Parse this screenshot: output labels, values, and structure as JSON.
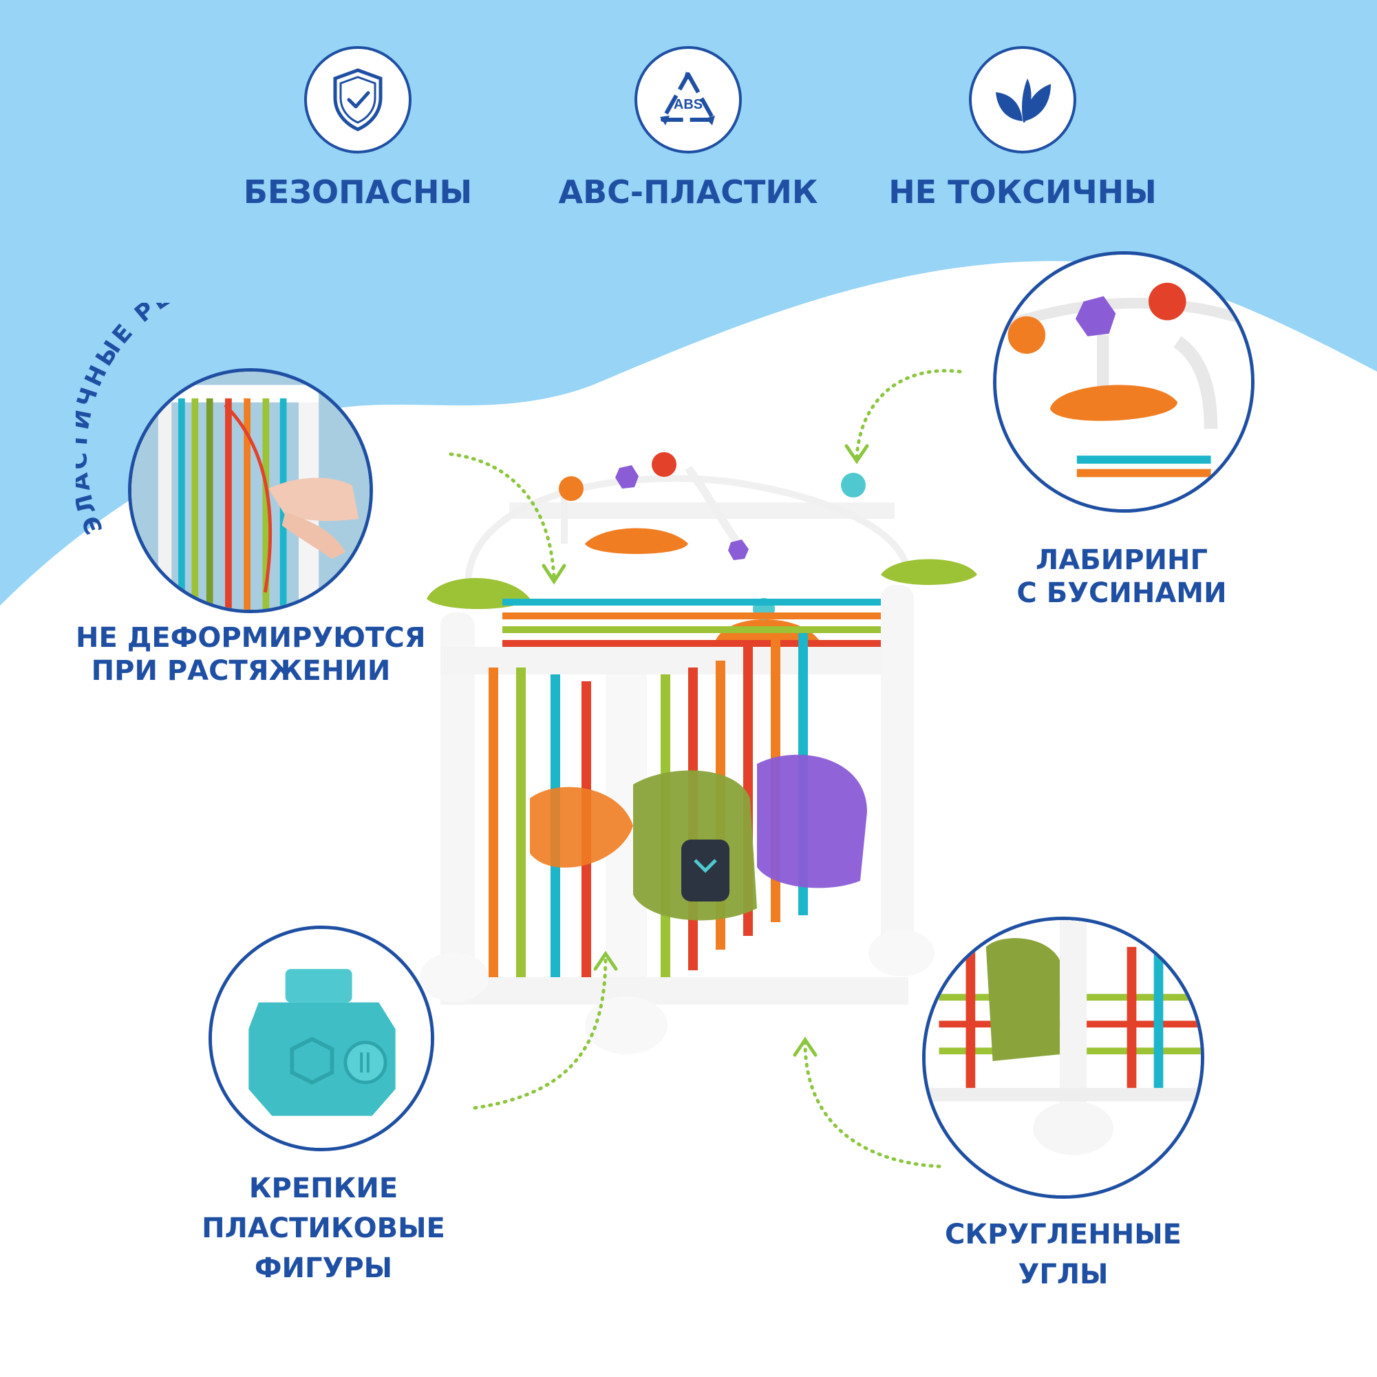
{
  "colors": {
    "sky": "#97d4f6",
    "brand_blue": "#1f4fa3",
    "arrow_green": "#8cc63f"
  },
  "top_features": [
    {
      "icon": "shield-check-icon",
      "label": "БЕЗОПАСНЫ"
    },
    {
      "icon": "abs-recycle-icon",
      "icon_text": "ABS",
      "label": "АВС-ПЛАСТИК"
    },
    {
      "icon": "leaf-icon",
      "label": "НЕ ТОКСИЧНЫ"
    }
  ],
  "callouts": {
    "elastic_arc": "ЭЛАСТИЧНЫЕ РЕЗИНКИ",
    "elastic": [
      "НЕ ДЕФОРМИРУЮТСЯ",
      "ПРИ РАСТЯЖЕНИИ"
    ],
    "maze": [
      "ЛАБИРИНГ",
      "С БУСИНАМИ"
    ],
    "shapes": [
      "КРЕПКИЕ",
      "ПЛАСТИКОВЫЕ",
      "ФИГУРЫ"
    ],
    "corners": [
      "СКРУГЛЕННЫЕ",
      "УГЛЫ"
    ]
  }
}
